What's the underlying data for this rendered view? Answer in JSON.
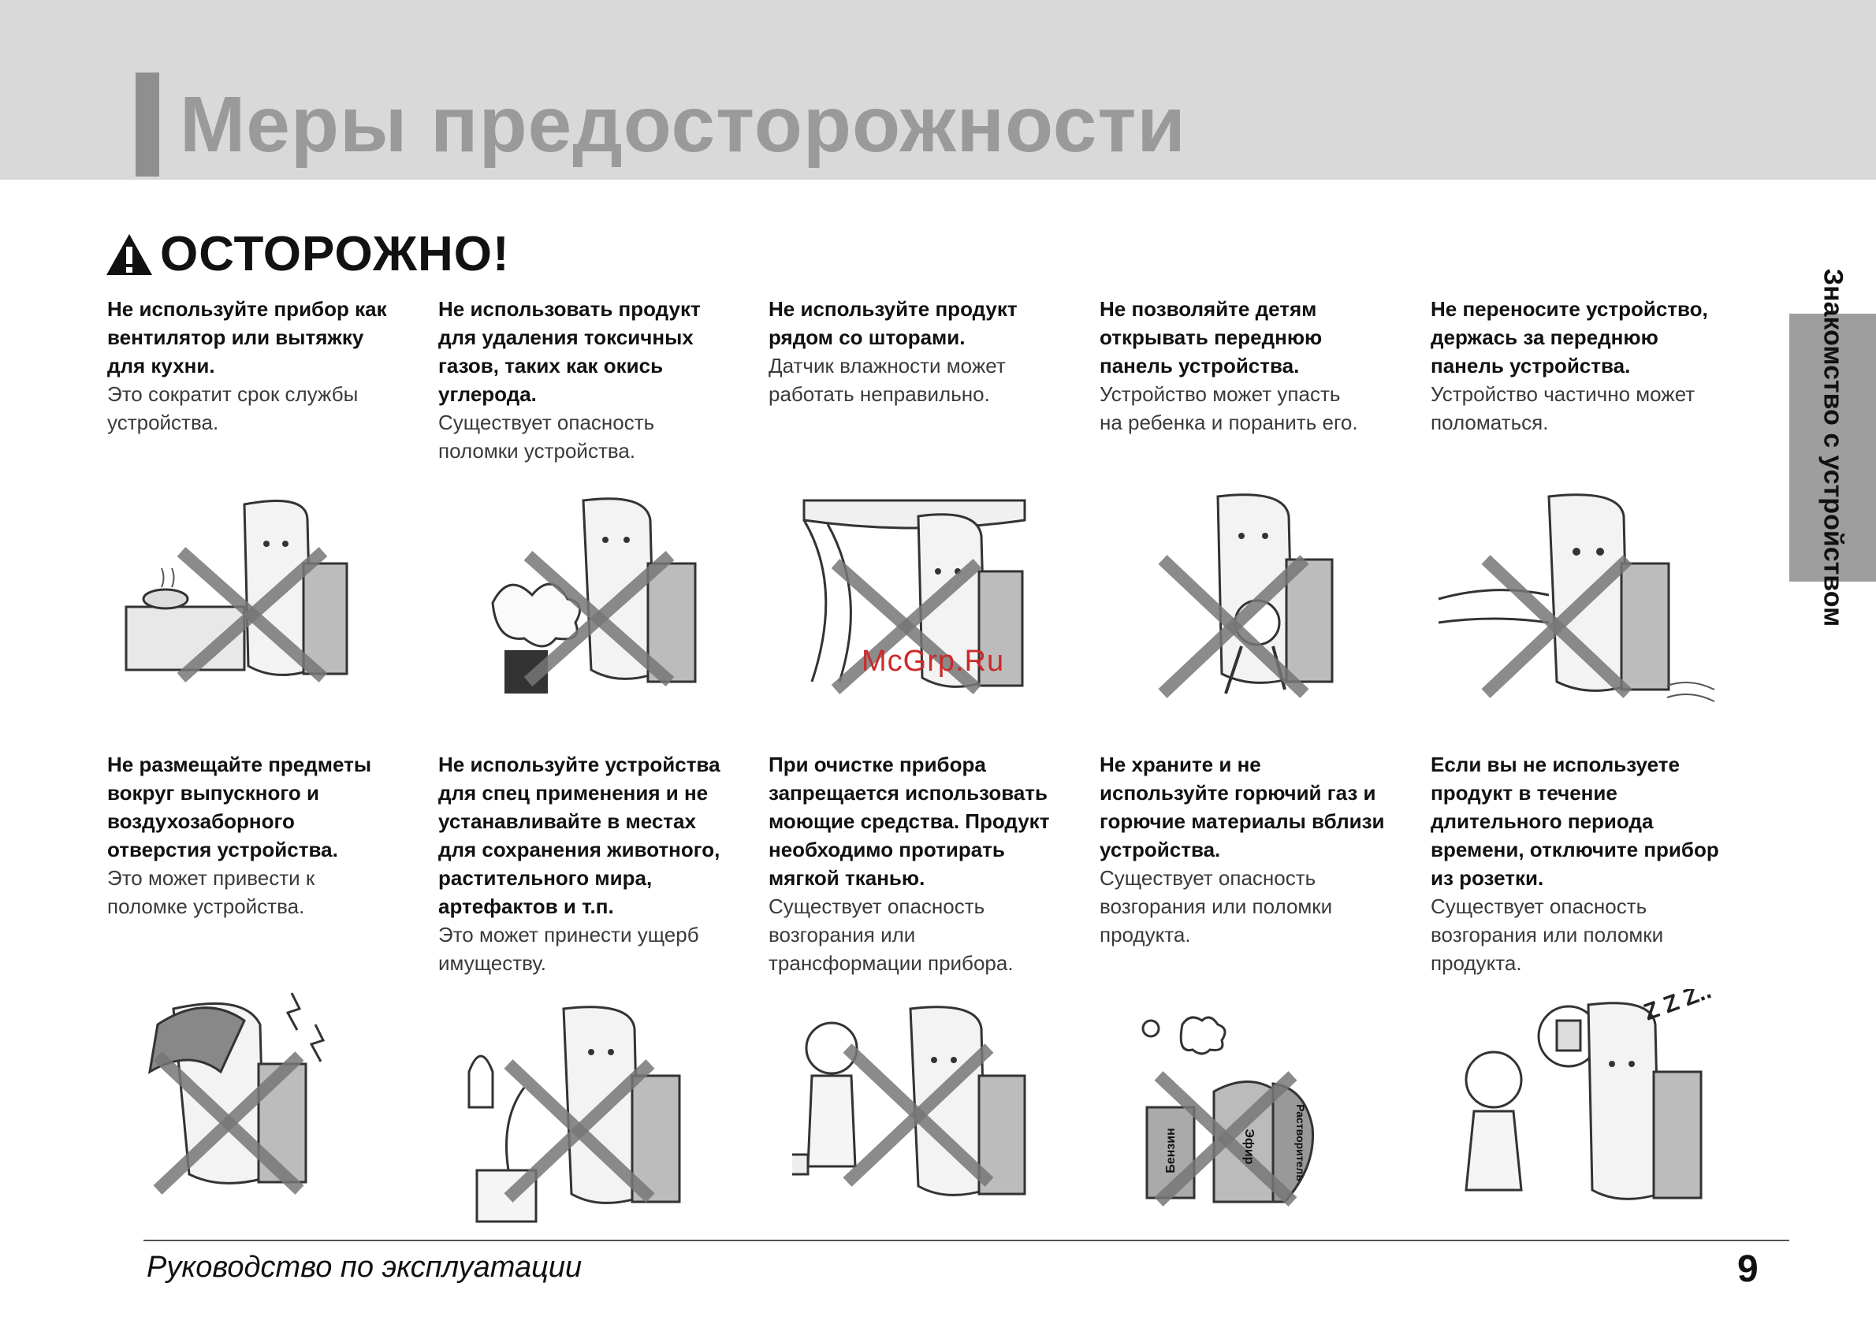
{
  "header": {
    "title": "Меры предосторожности"
  },
  "side_tab": {
    "label": "Знакомство с устройством"
  },
  "section": {
    "title": "ОСТОРОЖНО!",
    "icon": "warning-triangle-icon"
  },
  "items": [
    {
      "heading": "Не используйте прибор как\nвентилятор или вытяжку\nдля кухни.",
      "body": "Это сократит срок службы\nустройства."
    },
    {
      "heading": "Не использовать продукт\nдля удаления токсичных\nгазов, таких как окись\nуглерода.",
      "body": "Существует опасность\nполомки устройства."
    },
    {
      "heading": "Не используйте продукт\nрядом со шторами.",
      "body": "Датчик влажности может\nработать неправильно."
    },
    {
      "heading": "Не позволяйте детям\nоткрывать переднюю\nпанель устройства.",
      "body": "Устройство может упасть\nна ребенка и поранить его."
    },
    {
      "heading": "Не переносите устройство,\nдержась за переднюю\nпанель устройства.",
      "body": "Устройство частично может\nполоматься."
    },
    {
      "heading": "Не размещайте предметы\nвокруг выпускного и\nвоздухозаборного\nотверстия устройства.",
      "body": "Это может привести к\nполомке устройства."
    },
    {
      "heading": "Не используйте устройства\nдля спец применения и не\nустанавливайте в местах\nдля сохранения животного,\nрастительного мира,\nартефактов и т.п.",
      "body": "Это может принести ущерб\nимуществу."
    },
    {
      "heading": "При очистке прибора\nзапрещается использовать\nмоющие средства. Продукт\nнеобходимо протирать\nмягкой тканью.",
      "body": "Существует опасность\nвозгорания или\nтрансформации прибора."
    },
    {
      "heading": "Не храните и не\nиспользуйте горючий газ и\nгорючие материалы вблизи\nустройства.",
      "body": "Существует опасность\nвозгорания или поломки\nпродукта."
    },
    {
      "heading": "Если вы не используете\nпродукт в течение\nдлительного периода\nвремени, отключите прибор\nиз розетки.",
      "body": "Существует опасность\nвозгорания или поломки\nпродукта."
    }
  ],
  "illustration_labels": {
    "can1": "Бензин",
    "can2": "Эфир",
    "can3": "Растворитель",
    "snore": "Z Z Z.."
  },
  "watermark": "McGrp.Ru",
  "footer": {
    "text": "Руководство по эксплуатации",
    "page_number": "9"
  }
}
